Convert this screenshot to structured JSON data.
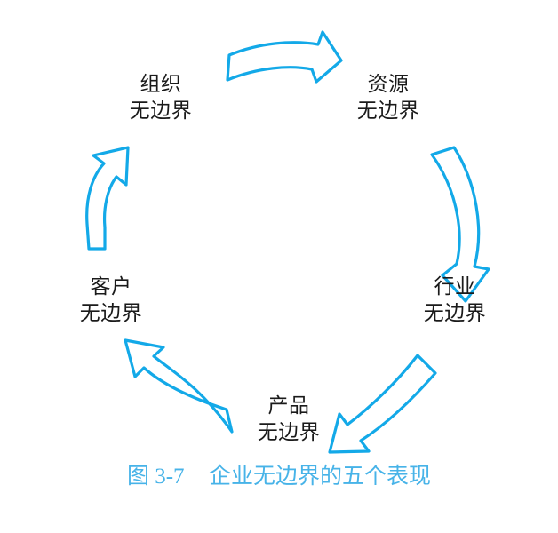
{
  "figure": {
    "caption_number": "图 3-7",
    "caption_text": "企业无边界的五个表现",
    "caption_color": "#47b3e8",
    "background_color": "#ffffff",
    "arrow_color": "#13a9e8",
    "label_color": "#1a1a1a"
  },
  "nodes": [
    {
      "id": "organization",
      "line1": "组织",
      "line2": "无边界",
      "position": "top-left"
    },
    {
      "id": "resource",
      "line1": "资源",
      "line2": "无边界",
      "position": "top-right"
    },
    {
      "id": "industry",
      "line1": "行业",
      "line2": "无边界",
      "position": "right"
    },
    {
      "id": "product",
      "line1": "产品",
      "line2": "无边界",
      "position": "bottom"
    },
    {
      "id": "customer",
      "line1": "客户",
      "line2": "无边界",
      "position": "left"
    }
  ],
  "arrows": [
    {
      "id": "organization-to-resource",
      "from": "组织无边界",
      "to": "资源无边界",
      "direction": "right"
    },
    {
      "id": "resource-to-industry",
      "from": "资源无边界",
      "to": "行业无边界",
      "direction": "down"
    },
    {
      "id": "industry-to-product",
      "from": "行业无边界",
      "to": "产品无边界",
      "direction": "down-left"
    },
    {
      "id": "product-to-customer",
      "from": "产品无边界",
      "to": "客户无边界",
      "direction": "up-left"
    },
    {
      "id": "customer-to-organization",
      "from": "客户无边界",
      "to": "组织无边界",
      "direction": "up"
    }
  ],
  "chart_data": {
    "type": "diagram",
    "subtype": "cycle",
    "title": "企业无边界的五个表现",
    "nodes": [
      "组织无边界",
      "资源无边界",
      "行业无边界",
      "产品无边界",
      "客户无边界"
    ],
    "edges": [
      [
        "组织无边界",
        "资源无边界"
      ],
      [
        "资源无边界",
        "行业无边界"
      ],
      [
        "行业无边界",
        "产品无边界"
      ],
      [
        "产品无边界",
        "客户无边界"
      ],
      [
        "客户无边界",
        "组织无边界"
      ]
    ],
    "node_count": 5,
    "cycle_direction": "clockwise"
  }
}
